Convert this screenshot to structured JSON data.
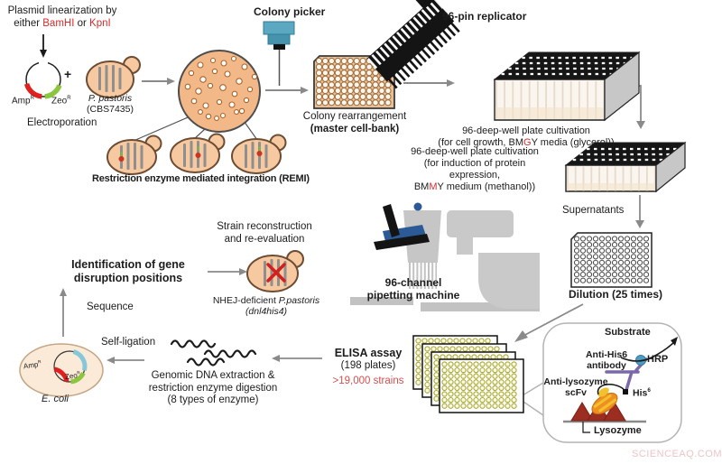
{
  "figure": {
    "colors": {
      "accent_red": "#d42b2b",
      "strain_count_red": "#d34f4f",
      "cell_tan": "#f6c9a0",
      "arrow_gray": "#8a8a8a",
      "picker_teal": "#58a7bf",
      "machine_blue": "#2b5a96",
      "antibody_purple": "#7a68a8",
      "scfv_orange": "#ef8f1f",
      "lysozyme_triangle_red": "#9b2d21",
      "hrp_blue": "#4e9cc4",
      "watermark_pink": "#eec5c8"
    },
    "top_left": {
      "linearization_l1": "Plasmid linearization by",
      "linearization_l2a": "either ",
      "enzyme1": "BamHI",
      "linearization_l2b": " or ",
      "enzyme2": "KpnI",
      "amp": "Amp",
      "zeo": "Zeo",
      "sup_r": "R",
      "plus": "+",
      "strain_l1": "P. pastoris",
      "strain_l2": "(CBS7435)",
      "electroporation": "Electroporation"
    },
    "picker": {
      "label": "Colony picker"
    },
    "replicator": {
      "label": "96-pin replicator"
    },
    "master_plate": {
      "l1": "Colony rearrangement",
      "l2": "(master cell-bank)"
    },
    "remi": {
      "label": "Restriction enzyme mediated integration (REMI)"
    },
    "cultivation_growth": {
      "l1": "96-deep-well plate cultivation",
      "l2a": "(for cell growth, BM",
      "l2b": "G",
      "l2c": "Y media (glycerol))"
    },
    "cultivation_induction": {
      "l1": "96-deep-well plate cultivation",
      "l2": "(for induction of protein",
      "l3": "expression,",
      "l4a": "BM",
      "l4b": "M",
      "l4c": "Y medium (methanol))"
    },
    "supernatants": {
      "label": "Supernatants"
    },
    "dilution": {
      "label": "Dilution (25 times)"
    },
    "pipetting": {
      "l1": "96-channel",
      "l2": "pipetting machine"
    },
    "elisa": {
      "l1": "ELISA assay",
      "l2": "(198 plates)",
      "l3": ">19,000 strains"
    },
    "callout": {
      "substrate": "Substrate",
      "hrp": "HRP",
      "anti_his6_l1": "Anti-His6",
      "anti_his6_l2": "antibody",
      "anti_lysozyme_l1": "Anti-lysozyme",
      "anti_lysozyme_l2": "scFv",
      "his": "His",
      "his_sup": "6",
      "lysozyme": "Lysozyme"
    },
    "left_flow": {
      "identification_l1": "Identification of gene",
      "identification_l2": "disruption positions",
      "sequence": "Sequence",
      "strain_l1": "Strain reconstruction",
      "strain_l2": "and re-evaluation",
      "nhej_l1a": "NHEJ-deficient ",
      "nhej_l1b": "P.pastoris",
      "nhej_l2": "(dnl4his4)",
      "self_ligation": "Self-ligation",
      "genomic_l1": "Genomic DNA extraction &",
      "genomic_l2": "restriction enzyme digestion",
      "genomic_l3": "(8 types of enzyme)",
      "ecoli": "E. coli",
      "ecoli_amp": "Amp",
      "ecoli_zeo": "Zeo",
      "sup_r": "R"
    },
    "watermark": {
      "label": "SCIENCEAQ.COM"
    }
  }
}
